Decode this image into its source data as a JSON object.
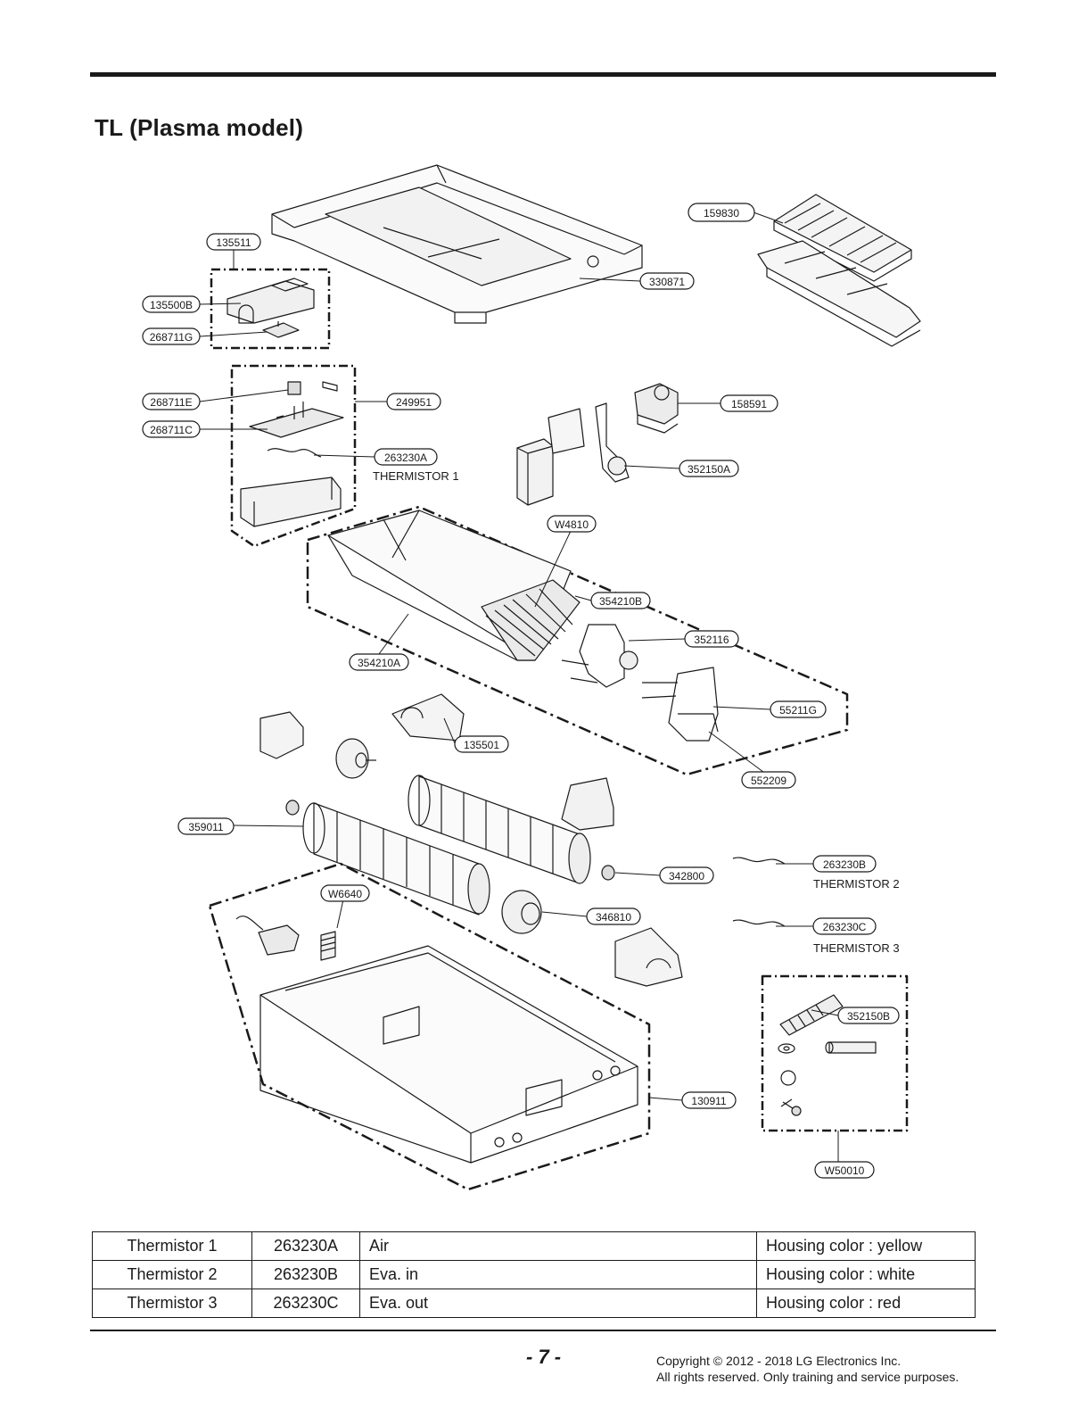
{
  "title": "TL (Plasma model)",
  "callouts": [
    {
      "id": "159830",
      "label": "159830"
    },
    {
      "id": "135511",
      "label": "135511"
    },
    {
      "id": "330871",
      "label": "330871"
    },
    {
      "id": "135500B",
      "label": "135500B"
    },
    {
      "id": "268711G",
      "label": "268711G"
    },
    {
      "id": "268711E",
      "label": "268711E"
    },
    {
      "id": "249951",
      "label": "249951"
    },
    {
      "id": "268711C",
      "label": "268711C"
    },
    {
      "id": "158591",
      "label": "158591"
    },
    {
      "id": "263230A",
      "label": "263230A",
      "sub": "THERMISTOR 1"
    },
    {
      "id": "352150A",
      "label": "352150A"
    },
    {
      "id": "W4810",
      "label": "W4810"
    },
    {
      "id": "354210B",
      "label": "354210B"
    },
    {
      "id": "352116",
      "label": "352116"
    },
    {
      "id": "354210A",
      "label": "354210A"
    },
    {
      "id": "55211G",
      "label": "55211G"
    },
    {
      "id": "135501",
      "label": "135501"
    },
    {
      "id": "552209",
      "label": "552209"
    },
    {
      "id": "359011",
      "label": "359011"
    },
    {
      "id": "263230B",
      "label": "263230B",
      "sub": "THERMISTOR 2"
    },
    {
      "id": "342800",
      "label": "342800"
    },
    {
      "id": "W6640",
      "label": "W6640"
    },
    {
      "id": "346810",
      "label": "346810"
    },
    {
      "id": "263230C",
      "label": "263230C",
      "sub": "THERMISTOR 3"
    },
    {
      "id": "352150B",
      "label": "352150B"
    },
    {
      "id": "130911",
      "label": "130911"
    },
    {
      "id": "W50010",
      "label": "W50010"
    }
  ],
  "thermistor_table": {
    "rows": [
      [
        "Thermistor 1",
        "263230A",
        "Air",
        "Housing color : yellow"
      ],
      [
        "Thermistor 2",
        "263230B",
        "Eva. in",
        "Housing color : white"
      ],
      [
        "Thermistor 3",
        "263230C",
        "Eva. out",
        "Housing color : red"
      ]
    ]
  },
  "footer": {
    "page_number": "- 7 -",
    "copyright_line1": "Copyright © 2012 - 2018 LG Electronics Inc.",
    "copyright_line2": "All rights reserved. Only training and service purposes."
  }
}
